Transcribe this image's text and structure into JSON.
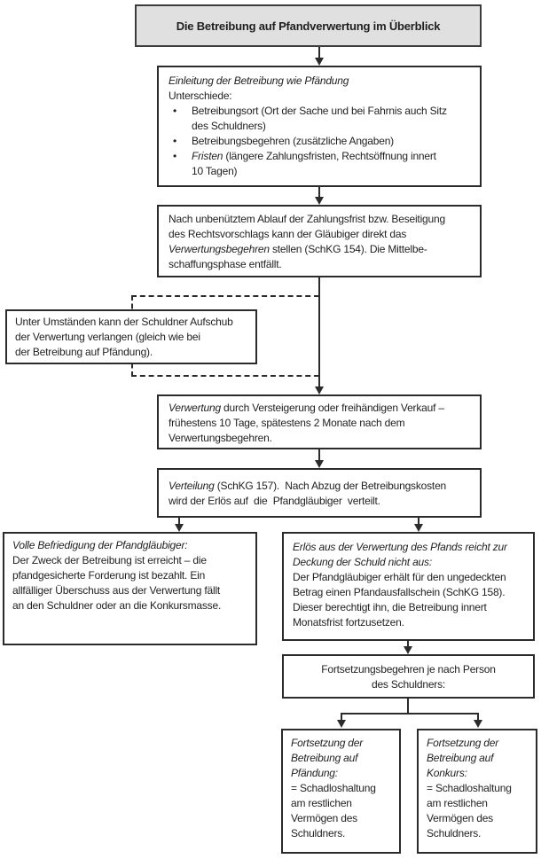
{
  "title": "Die Betreibung auf Pfandverwertung im Überblick",
  "colors": {
    "title_fill": "#e0e0e0",
    "box_border": "#2b2b2b",
    "text": "#1f1f1f"
  },
  "einleitung_box": {
    "heading_italic": "Einleitung der Betreibung wie Pfändung",
    "label": "Unterschiede:",
    "bullet_glyph": "•",
    "bullets": [
      {
        "lead_italic": "",
        "text": [
          "Betreibungsort (Ort der Sache und bei Fahrnis auch Sitz",
          "des Schuldners)"
        ]
      },
      {
        "lead_italic": "",
        "text": [
          "Betreibungsbegehren (zusätzliche Angaben)"
        ]
      },
      {
        "lead_italic": "Fristen",
        "text": [
          " (längere Zahlungsfristen, Rechtsöffnung innert",
          "10 Tagen)"
        ]
      }
    ]
  },
  "verwertungsbegehren_box": {
    "pre": [
      "Nach unbenütztem Ablauf der Zahlungsfrist bzw. Beseitigung",
      "des Rechtsvorschlags kann der Gläubiger direkt das",
      ""
    ],
    "italic": "Verwertungsbegehren",
    "post": [
      " stellen (SchKG 154). Die Mittelbe-",
      "schaffungsphase entfällt."
    ]
  },
  "aufschub_box": {
    "text": [
      "Unter Umständen kann der Schuldner Aufschub",
      "der Verwertung verlangen (gleich wie bei",
      "der Betreibung auf Pfändung)."
    ]
  },
  "verwertung_box": {
    "italic": "Verwertung",
    "post": [
      " durch Versteigerung oder freihändigen Verkauf –",
      "frühestens 10 Tage, spätestens 2 Monate nach dem",
      "Verwertungsbegehren."
    ]
  },
  "verteilung_box": {
    "italic": "Verteilung",
    "post": [
      " (SchKG 157).  Nach Abzug der Betreibungskosten",
      "wird der Erlös auf  die  Pfandgläubiger  verteilt."
    ]
  },
  "volle_box": {
    "heading_italic": [
      "Volle Befriedigung der Pfandgläubiger:"
    ],
    "body": [
      "Der Zweck der Betreibung ist erreicht – die",
      "pfandgesicherte Forderung ist bezahlt. Ein",
      "allfälliger Überschuss aus der Verwertung fällt",
      "an den Schuldner oder an die Konkursmasse."
    ]
  },
  "erloes_box": {
    "heading_italic": [
      "Erlös aus der Verwertung des Pfands reicht zur",
      "Deckung der Schuld nicht aus:"
    ],
    "body": [
      "Der Pfandgläubiger erhält für den ungedeckten",
      "Betrag einen Pfandausfallschein (SchKG 158).",
      "Dieser berechtigt ihn, die Betreibung innert",
      "Monatsfrist fortzusetzen."
    ]
  },
  "fortsetzungsbegehren_box": {
    "text": [
      "Fortsetzungsbegehren je nach Person",
      "des Schuldners:"
    ]
  },
  "pfaendung_box": {
    "heading_italic": [
      "Fortsetzung der",
      "Betreibung auf",
      "Pfändung:"
    ],
    "body": [
      "= Schadloshaltung",
      "am restlichen",
      "Vermögen des",
      "Schuldners."
    ]
  },
  "konkurs_box": {
    "heading_italic": [
      "Fortsetzung der",
      "Betreibung auf",
      "Konkurs:"
    ],
    "body": [
      "= Schadloshaltung",
      "am restlichen",
      "Vermögen des",
      "Schuldners."
    ]
  }
}
